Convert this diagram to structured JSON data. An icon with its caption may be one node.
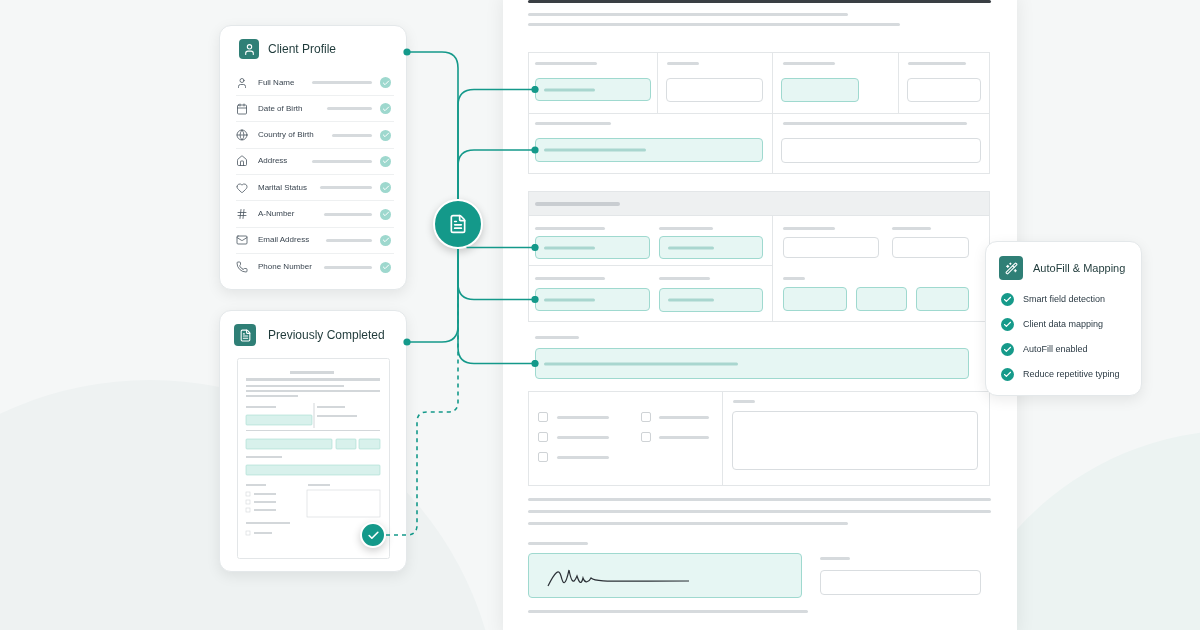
{
  "diagram": {
    "nodes": [
      {
        "text": [
          "Client Profile",
          "Full Name",
          "Date of Birth",
          "Country of Birth",
          "Address",
          "Marital Status",
          "A-Number",
          "Email Address",
          "Phone Number"
        ]
      },
      {
        "text": [
          "Previously Completed"
        ]
      },
      {
        "text": [],
        "shape": "circle"
      },
      {
        "text": [],
        "shape": "circle",
        "in": 1
      },
      {
        "text": [],
        "shape": "box"
      },
      {
        "text": [],
        "shape": "box"
      },
      {
        "text": [],
        "shape": "box"
      },
      {
        "text": [],
        "shape": "box"
      },
      {
        "text": [],
        "shape": "box"
      },
      {
        "text": [],
        "shape": "box"
      },
      {
        "text": [],
        "shape": "box"
      },
      {
        "text": [
          "AutoFill & Mapping",
          "Smart field detection",
          "Client data mapping",
          "AutoFill enabled",
          "Reduce repetitive typing"
        ]
      }
    ],
    "edges": [
      {
        "from": 2,
        "to": 0,
        "arrow": "other"
      },
      {
        "from": 2,
        "to": 1,
        "arrow": "other"
      },
      {
        "from": 3,
        "to": 2,
        "arrow": "none",
        "style": "dashed"
      },
      {
        "from": 2,
        "to": 4,
        "arrow": "other"
      },
      {
        "from": 2,
        "to": 5,
        "arrow": "other"
      },
      {
        "from": 2,
        "to": 6,
        "arrow": "other"
      },
      {
        "from": 2,
        "to": 7,
        "arrow": "other"
      },
      {
        "from": 2,
        "to": 8,
        "arrow": "other"
      }
    ]
  }
}
